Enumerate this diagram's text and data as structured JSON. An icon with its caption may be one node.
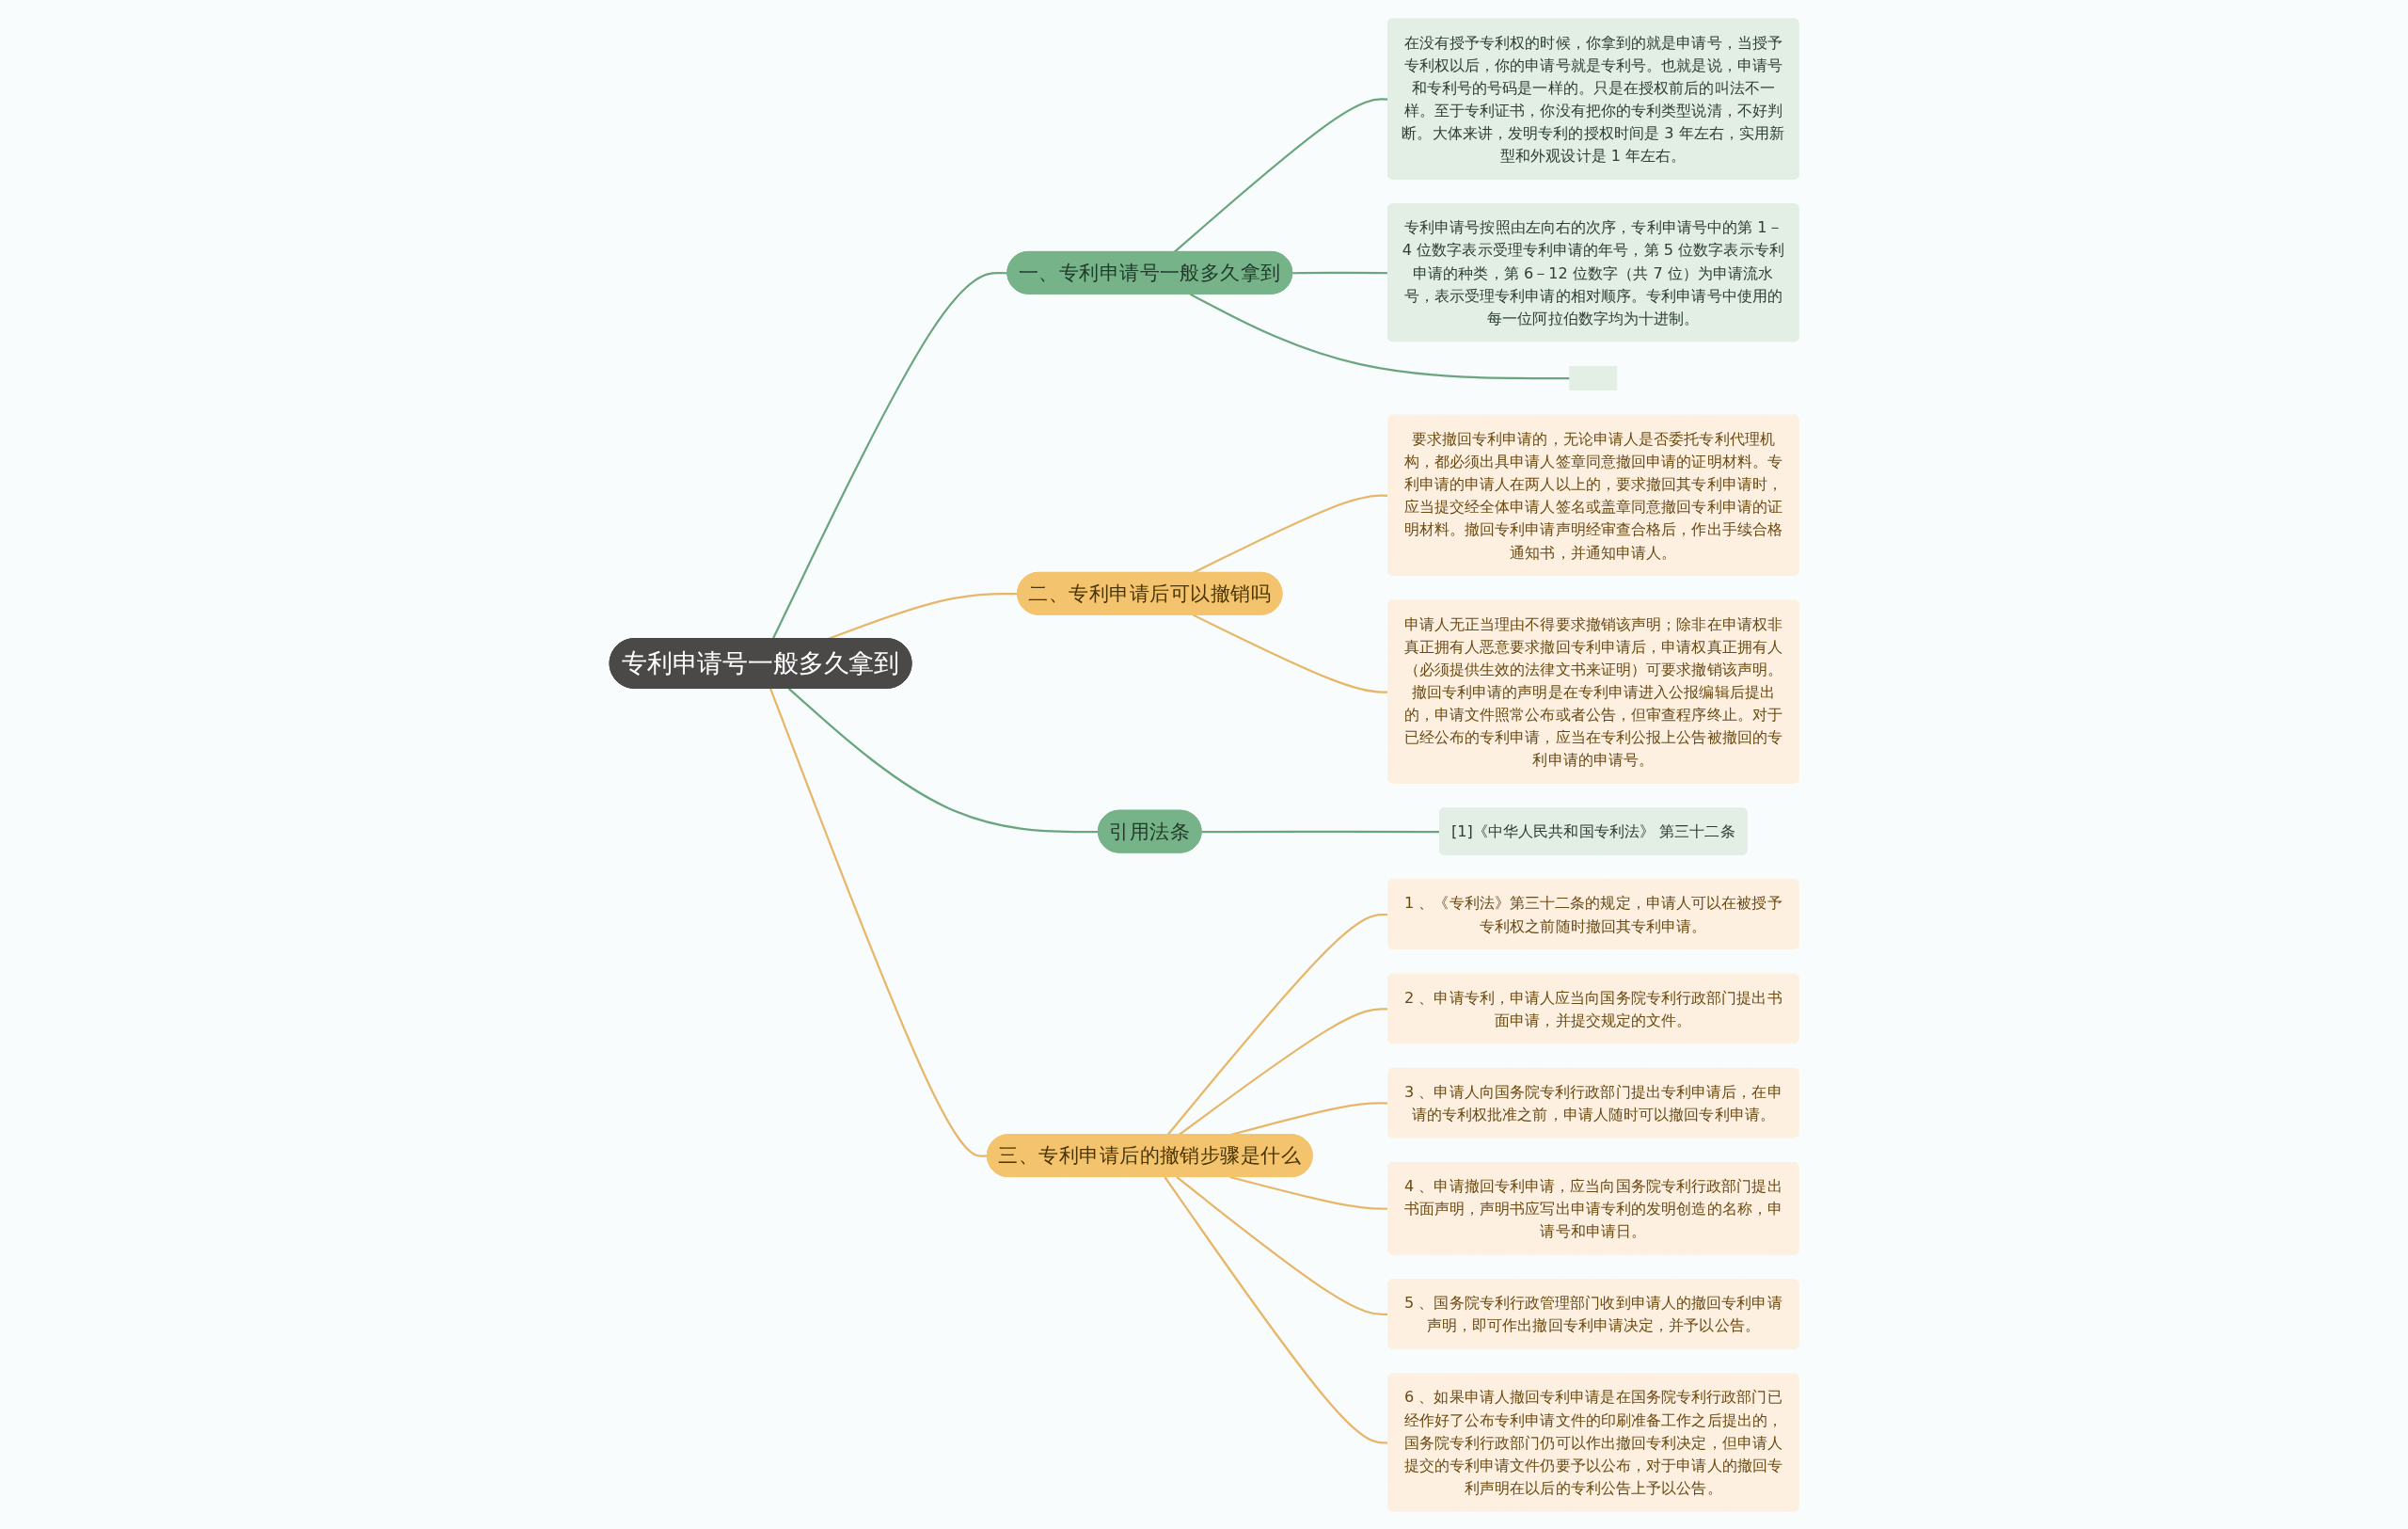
{
  "diagram": {
    "nodes": [
      {
        "text": [
          "专利申请号一般多久拿到"
        ]
      },
      {
        "text": [
          "一、专利申请号一般多久拿到"
        ]
      },
      {
        "text": [
          "在没有授予专利权的时候，你拿到的就是申请号，当授予专利权以后，你的申请号就是专利号。也就是说，申请号和专利号的号码是一样的。只是在授权前后的叫法不一样。至于专利证书，你没有把你的专利类型说清，不好判断。大体来讲，发明专利的授权时间是 3 年左右，实用新型和外观设计是 1 年左右。"
        ]
      },
      {
        "text": [
          "专利申请号按照由左向右的次序，专利申请号中的第 1－4 位数字表示受理专利申请的年号，第 5 位数字表示专利申请的种类，第 6－12 位数字（共 7 位）为申请流水号，表示受理专利申请的相对顺序。专利申请号中使用的每一位阿拉伯数字均为十进制。"
        ]
      },
      {
        "text": [],
        "shape": "box"
      },
      {
        "text": [
          "二、专利申请后可以撤销吗"
        ]
      },
      {
        "text": [
          "要求撤回专利申请的，无论申请人是否委托专利代理机构，都必须出具申请人签章同意撤回申请的证明材料。专利申请的申请人在两人以上的，要求撤回其专利申请时，应当提交经全体申请人签名或盖章同意撤回专利申请的证明材料。撤回专利申请声明经审查合格后，作出手续合格通知书，并通知申请人。"
        ]
      },
      {
        "text": [
          "申请人无正当理由不得要求撤销该声明；除非在申请权非真正拥有人恶意要求撤回专利申请后，申请权真正拥有人（必须提供生效的法律文书来证明）可要求撤销该声明。撤回专利申请的声明是在专利申请进入公报编辑后提出的，申请文件照常公布或者公告，但审查程序终止。对于已经公布的专利申请，应当在专利公报上公告被撤回的专利申请的申请号。"
        ]
      },
      {
        "text": [
          "引用法条"
        ]
      },
      {
        "text": [
          "[1]《中华人民共和国专利法》 第三十二条"
        ]
      },
      {
        "text": [
          "三、专利申请后的撤销步骤是什么"
        ]
      },
      {
        "text": [
          "1 、《专利法》第三十二条的规定，申请人可以在被授予专利权之前随时撤回其专利申请。"
        ]
      },
      {
        "text": [
          "2 、申请专利，申请人应当向国务院专利行政部门提出书面申请，并提交规定的文件。"
        ]
      },
      {
        "text": [
          "3 、申请人向国务院专利行政部门提出专利申请后，在申请的专利权批准之前，申请人随时可以撤回专利申请。"
        ]
      },
      {
        "text": [
          "4 、申请撤回专利申请，应当向国务院专利行政部门提出书面声明，声明书应写出申请专利的发明创造的名称，申请号和申请日。"
        ]
      },
      {
        "text": [
          "5 、国务院专利行政管理部门收到申请人的撤回专利申请声明，即可作出撤回专利申请决定，并予以公告。"
        ]
      },
      {
        "text": [
          "6 、如果申请人撤回专利申请是在国务院专利行政部门已经作好了公布专利申请文件的印刷准备工作之后提出的，国务院专利行政部门仍可以作出撤回专利决定，但申请人提交的专利申请文件仍要予以公布，对于申请人的撤回专利声明在以后的专利公告上予以公告。"
        ]
      }
    ],
    "edges": [
      {
        "from": 0,
        "to": 1,
        "arrow": "none",
        "color": "#6aa57f"
      },
      {
        "from": 1,
        "to": 2,
        "arrow": "none",
        "color": "#6aa57f"
      },
      {
        "from": 1,
        "to": 3,
        "arrow": "none",
        "color": "#6aa57f"
      },
      {
        "from": 1,
        "to": 4,
        "arrow": "none",
        "color": "#6aa57f"
      },
      {
        "from": 0,
        "to": 5,
        "arrow": "none"
      },
      {
        "from": 5,
        "to": 6,
        "arrow": "none"
      },
      {
        "from": 5,
        "to": 7,
        "arrow": "none"
      },
      {
        "from": 0,
        "to": 8,
        "arrow": "none",
        "color": "#6aa57f"
      },
      {
        "from": 8,
        "to": 9,
        "arrow": "none",
        "color": "#6aa57f"
      },
      {
        "from": 0,
        "to": 10,
        "arrow": "none"
      },
      {
        "from": 10,
        "to": 11,
        "arrow": "none"
      },
      {
        "from": 10,
        "to": 12,
        "arrow": "none"
      },
      {
        "from": 10,
        "to": 13,
        "arrow": "none"
      },
      {
        "from": 10,
        "to": 14,
        "arrow": "none"
      },
      {
        "from": 10,
        "to": 15,
        "arrow": "none"
      },
      {
        "from": 10,
        "to": 16,
        "arrow": "none"
      }
    ]
  }
}
